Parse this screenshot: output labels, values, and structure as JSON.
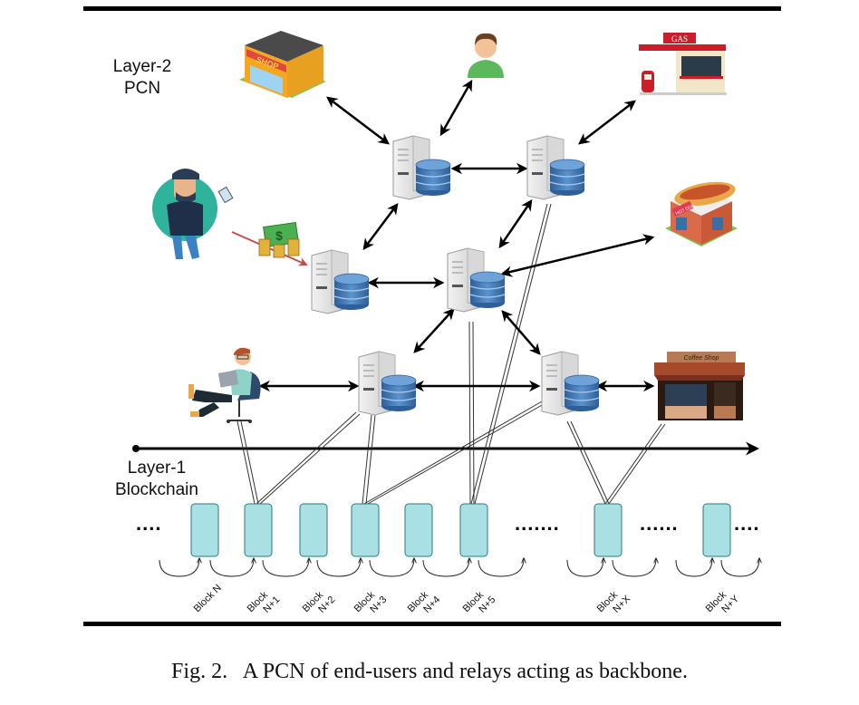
{
  "layers": {
    "layer2": {
      "line1": "Layer-2",
      "line2": "PCN"
    },
    "layer1": {
      "line1": "Layer-1",
      "line2": "Blockchain"
    }
  },
  "caption": "Fig. 2.   A PCN of end-users and relays acting as backbone.",
  "relays": [
    {
      "id": "R1",
      "name": "relay-server"
    },
    {
      "id": "R2",
      "name": "relay-server"
    },
    {
      "id": "R3",
      "name": "relay-server"
    },
    {
      "id": "R4",
      "name": "relay-server"
    },
    {
      "id": "R5",
      "name": "relay-server"
    },
    {
      "id": "R6",
      "name": "relay-server"
    }
  ],
  "end_users": [
    {
      "id": "shop",
      "label": "SHOP"
    },
    {
      "id": "person",
      "label": ""
    },
    {
      "id": "gas-station",
      "label": "GAS"
    },
    {
      "id": "businessman",
      "label": ""
    },
    {
      "id": "hot-dog-shop",
      "label": "HOT DOG"
    },
    {
      "id": "laptop-user",
      "label": ""
    },
    {
      "id": "coffee-shop",
      "label": "Coffee Shop"
    }
  ],
  "blocks": [
    {
      "line1": "Block N",
      "line2": ""
    },
    {
      "line1": "Block",
      "line2": "N+1"
    },
    {
      "line1": "Block",
      "line2": "N+2"
    },
    {
      "line1": "Block",
      "line2": "N+3"
    },
    {
      "line1": "Block",
      "line2": "N+4"
    },
    {
      "line1": "Block",
      "line2": "N+5"
    },
    {
      "line1": "Block",
      "line2": "N+X"
    },
    {
      "line1": "Block",
      "line2": "N+Y"
    }
  ],
  "ellipses": [
    "....",
    ".......",
    "......",
    "...."
  ],
  "colors": {
    "block_fill": "#a9e0e3",
    "block_stroke": "#2a7a80",
    "db_blue": "#3f78b8",
    "payment_arrow": "#c0504d"
  }
}
